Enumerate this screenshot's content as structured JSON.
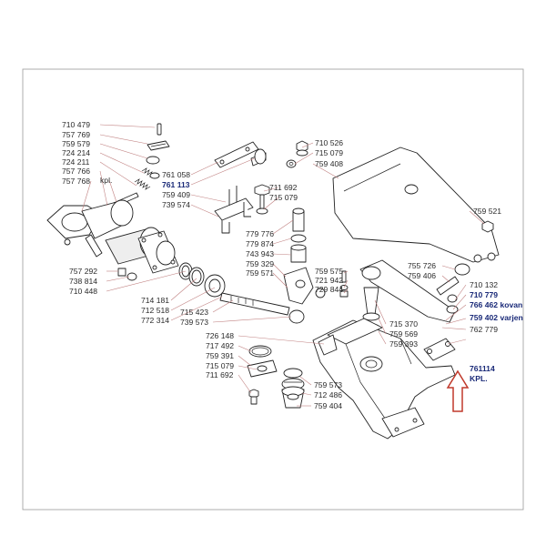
{
  "labels": {
    "l01": "710 479",
    "l02": "757 769",
    "l03": "759 579",
    "l04": "724 214",
    "l05": "724 211",
    "l06": "757 766",
    "l07": "kpl.",
    "l08": "757 768",
    "l09": "761 058",
    "l10": "761 113",
    "l11": "759 409",
    "l12": "739 574",
    "l13": "710 526",
    "l14": "715 079",
    "l15": "759 408",
    "l16": "711 692",
    "l17": "715 079",
    "l18": "759 521",
    "l19": "779 776",
    "l20": "779 874",
    "l21": "743 943",
    "l22": "759 329",
    "l23": "759 571",
    "l24": "755 726",
    "l25": "759 406",
    "l26": "757 292",
    "l27": "738 814",
    "l28": "710 448",
    "l29": "759 575",
    "l30": "721 942",
    "l31": "729 844",
    "l32": "714 181",
    "l33": "712 518",
    "l34": "772 314",
    "l35": "715 423",
    "l36": "739 573",
    "l37": "710 132",
    "l38": "710 779",
    "l39": "766 462 kovan",
    "l40": "759 402 varjen",
    "l41": "762 779",
    "l42": "715 370",
    "l43": "759 569",
    "l44": "759 393",
    "l45": "726 148",
    "l46": "717 492",
    "l47": "759 391",
    "l48": "715 079",
    "l49": "711 692",
    "l50": "761114",
    "l51": "KPL.",
    "l52": "759 573",
    "l53": "712 486",
    "l54": "759 404"
  },
  "colors": {
    "label_text": "#2a2a2a",
    "highlight_text": "#1a2a78",
    "leader_line": "#c08080",
    "arrow": "#c0392b",
    "frame": "#9a9a9a"
  },
  "icons": {
    "arrow": "up-arrow-outline-icon"
  }
}
